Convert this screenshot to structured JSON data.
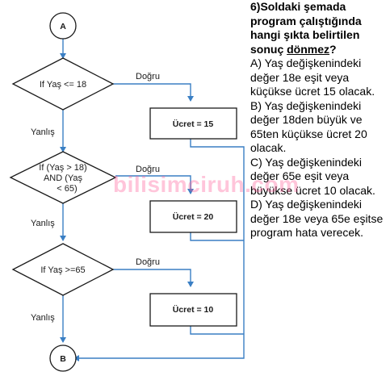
{
  "flowchart": {
    "start_connector": "A",
    "end_connector": "B",
    "decisions": [
      {
        "lines": [
          "If Yaş <= 18"
        ]
      },
      {
        "lines": [
          "If (Yaş > 18)",
          "AND (Yaş",
          "< 65)"
        ]
      },
      {
        "lines": [
          "If Yaş >=65"
        ]
      }
    ],
    "processes": [
      "Ücret = 15",
      "Ücret = 20",
      "Ücret = 10"
    ],
    "yes_label": "Doğru",
    "no_label": "Yanlış",
    "line_color": "#3a7fc4",
    "box_color": "#1a1a1a"
  },
  "question": {
    "title_before": "6)Soldaki şemada program çalıştığında hangi şıkta belirtilen sonuç ",
    "title_underlined": "dönmez",
    "title_after": "?",
    "options": [
      "A) Yaş değişkenindeki değer 18e eşit veya küçükse ücret 15 olacak.",
      "B) Yaş değişkenindeki değer 18den büyük ve 65ten küçükse ücret 20 olacak.",
      "C) Yaş değişkenindeki değer 65e eşit veya büyükse ücret 10 olacak.",
      "D) Yaş değişkenindeki değer 18e veya 65e eşitse program hata verecek."
    ]
  },
  "watermark": "bilisimciruh.com"
}
